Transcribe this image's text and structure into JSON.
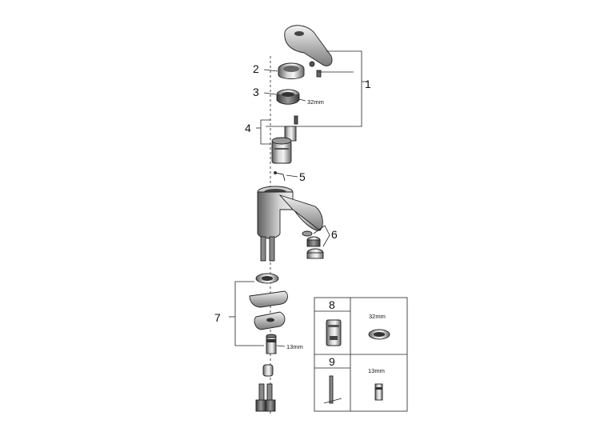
{
  "callouts": {
    "c1": "1",
    "c2": "2",
    "c3": "3",
    "c4": "4",
    "c5": "5",
    "c6": "6",
    "c7": "7",
    "c8": "8",
    "c9": "9"
  },
  "dimensions": {
    "nut_size": "32mm",
    "hose_size": "13mm",
    "box_nut_size": "32mm",
    "box_hose_size": "13mm"
  }
}
